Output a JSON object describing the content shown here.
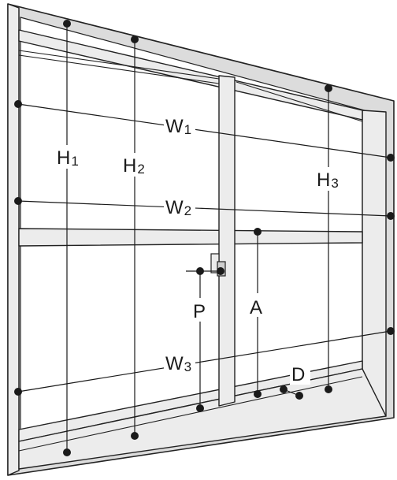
{
  "labels": {
    "w1": {
      "main": "W",
      "sub": "1"
    },
    "w2": {
      "main": "W",
      "sub": "2"
    },
    "w3": {
      "main": "W",
      "sub": "3"
    },
    "h1": {
      "main": "H",
      "sub": "1"
    },
    "h2": {
      "main": "H",
      "sub": "2"
    },
    "h3": {
      "main": "H",
      "sub": "3"
    },
    "p": "P",
    "a": "A",
    "d": "D"
  },
  "colors": {
    "frame": "#dcdcdc",
    "line": "#1a1a1a",
    "background": "#ffffff"
  }
}
